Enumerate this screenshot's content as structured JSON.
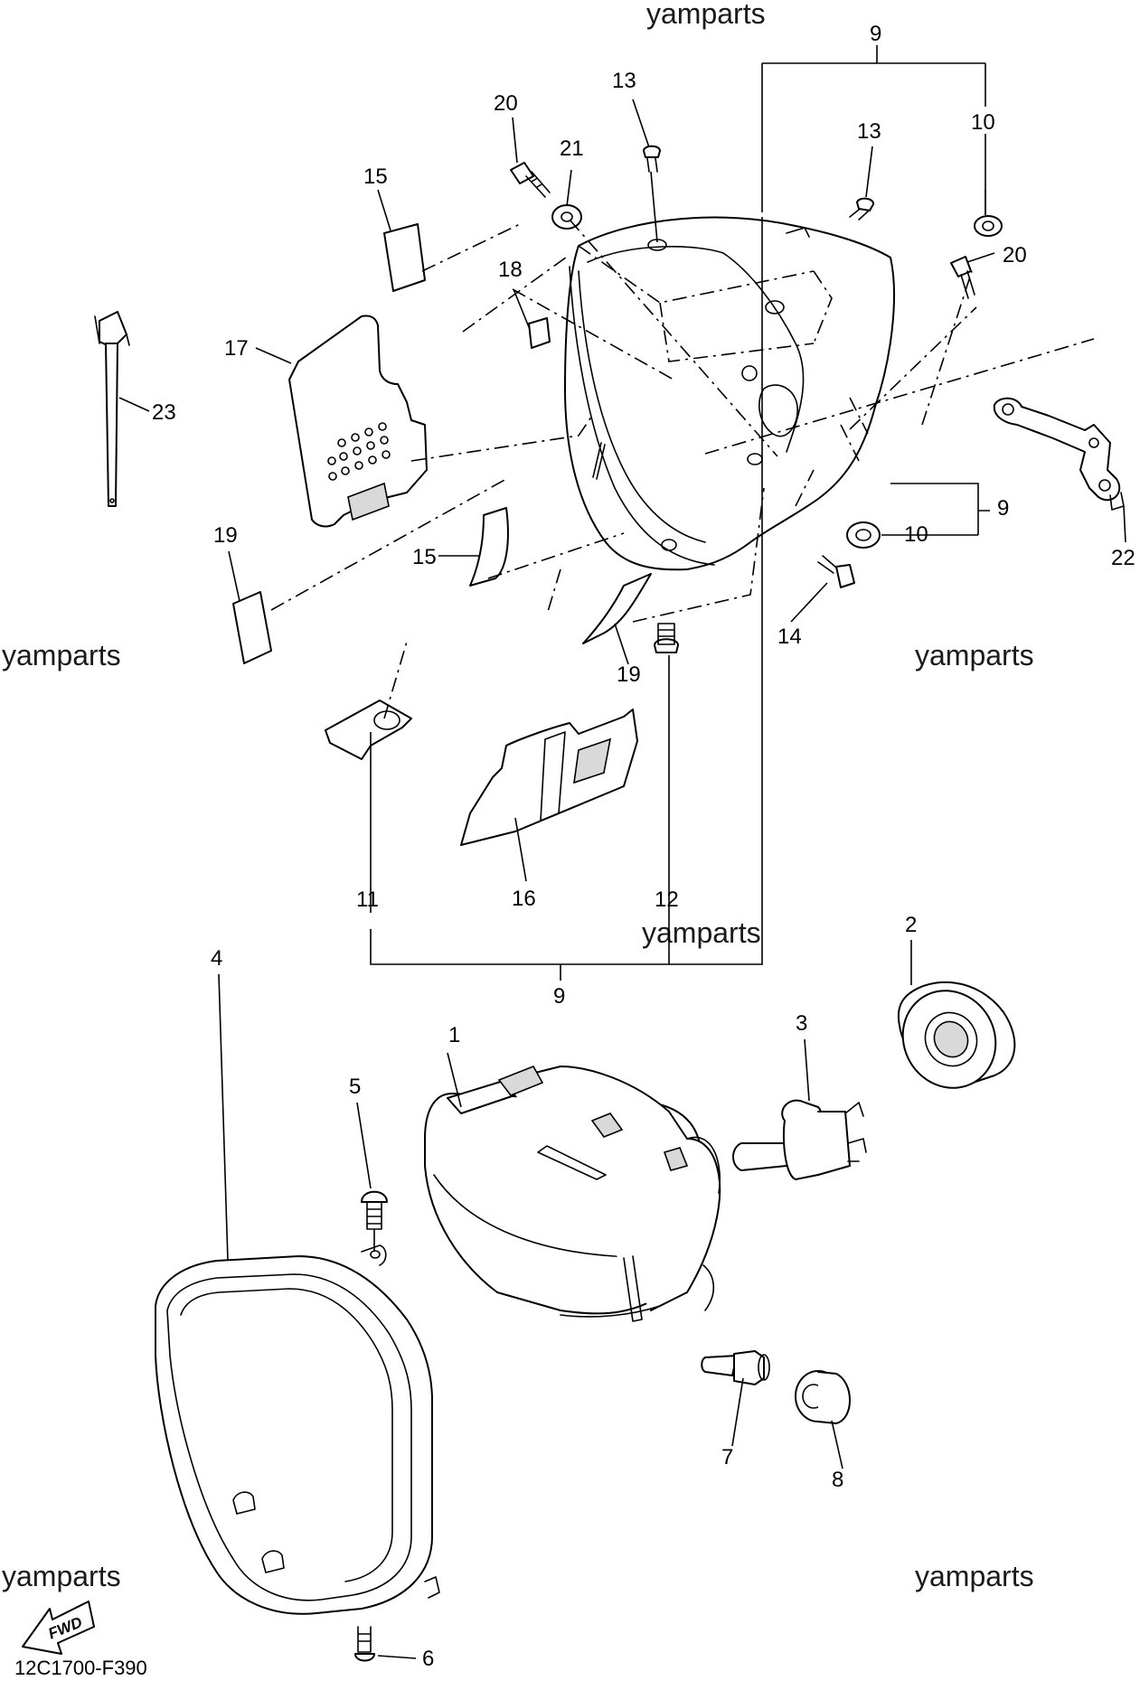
{
  "watermark": "yamparts",
  "diagram_code": "12C1700-F390",
  "fwd_label": "FWD",
  "callouts": {
    "c1": "1",
    "c2": "2",
    "c3": "3",
    "c4": "4",
    "c5": "5",
    "c6": "6",
    "c7": "7",
    "c8": "8",
    "c9a": "9",
    "c9b": "9",
    "c9c": "9",
    "c10a": "10",
    "c10b": "10",
    "c11": "11",
    "c12": "12",
    "c13a": "13",
    "c13b": "13",
    "c14": "14",
    "c15a": "15",
    "c15b": "15",
    "c16": "16",
    "c17": "17",
    "c18": "18",
    "c19a": "19",
    "c19b": "19",
    "c20a": "20",
    "c20b": "20",
    "c21": "21",
    "c22": "22",
    "c23": "23"
  }
}
